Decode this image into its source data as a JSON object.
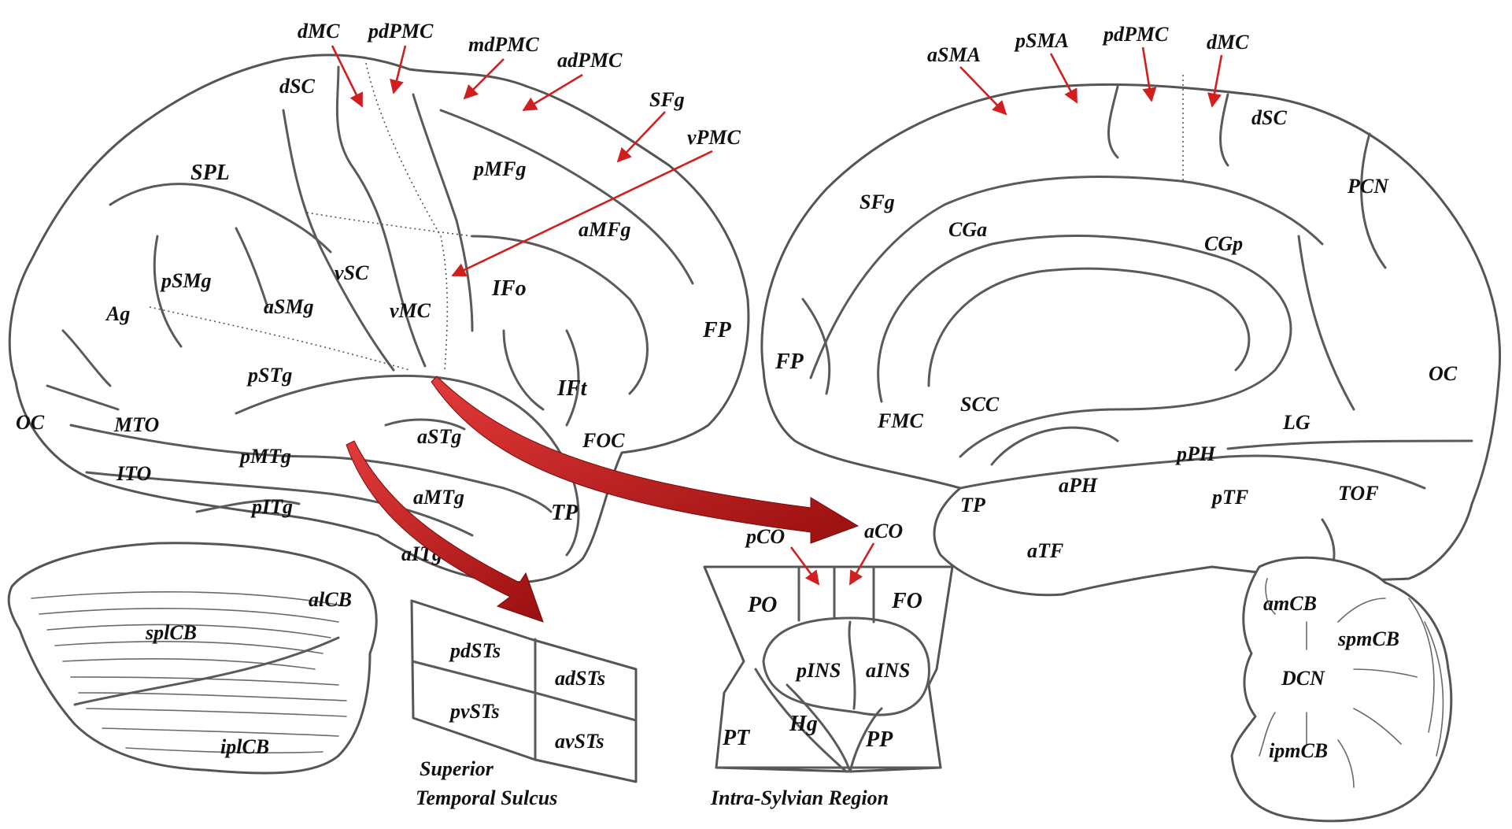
{
  "colors": {
    "outline": "#555555",
    "label": "#111111",
    "arrow": "#d11f1f",
    "arrow_dark": "#8e0c0c",
    "background": "#ffffff"
  },
  "lateral": {
    "labels": {
      "dMC": "dMC",
      "pdPMC": "pdPMC",
      "mdPMC": "mdPMC",
      "adPMC": "adPMC",
      "SFg": "SFg",
      "vPMC": "vPMC",
      "dSC": "dSC",
      "SPL": "SPL",
      "pMFg": "pMFg",
      "aMFg": "aMFg",
      "pSMg": "pSMg",
      "vSC": "vSC",
      "Ag": "Ag",
      "aSMg": "aSMg",
      "vMC": "vMC",
      "IFo": "IFo",
      "FP": "FP",
      "pSTg": "pSTg",
      "IFt": "IFt",
      "OC": "OC",
      "MTO": "MTO",
      "aSTg": "aSTg",
      "FOC": "FOC",
      "pMTg": "pMTg",
      "ITO": "ITO",
      "aMTg": "aMTg",
      "pITg": "pITg",
      "TP": "TP",
      "aITg": "aITg"
    }
  },
  "medial": {
    "labels": {
      "aSMA": "aSMA",
      "pSMA": "pSMA",
      "pdPMC": "pdPMC",
      "dMC": "dMC",
      "dSC": "dSC",
      "PCN": "PCN",
      "SFg": "SFg",
      "CGa": "CGa",
      "CGp": "CGp",
      "FP": "FP",
      "OC": "OC",
      "SCC": "SCC",
      "FMC": "FMC",
      "LG": "LG",
      "pPH": "pPH",
      "aPH": "aPH",
      "TP": "TP",
      "pTF": "pTF",
      "TOF": "TOF",
      "aTF": "aTF"
    }
  },
  "cerebellum_lateral": {
    "labels": {
      "alCB": "alCB",
      "splCB": "splCB",
      "iplCB": "iplCB"
    }
  },
  "cerebellum_posterior": {
    "labels": {
      "amCB": "amCB",
      "spmCB": "spmCB",
      "DCN": "DCN",
      "ipmCB": "ipmCB"
    }
  },
  "sts_panel": {
    "labels": {
      "pdSTs": "pdSTs",
      "adSTs": "adSTs",
      "pvSTs": "pvSTs",
      "avSTs": "avSTs"
    },
    "caption_line1": "Superior",
    "caption_line2": "Temporal Sulcus"
  },
  "sylvian_panel": {
    "labels": {
      "pCO": "pCO",
      "aCO": "aCO",
      "PO": "PO",
      "FO": "FO",
      "pINS": "pINS",
      "aINS": "aINS",
      "PT": "PT",
      "Hg": "Hg",
      "PP": "PP"
    },
    "caption": "Intra-Sylvian Region"
  }
}
